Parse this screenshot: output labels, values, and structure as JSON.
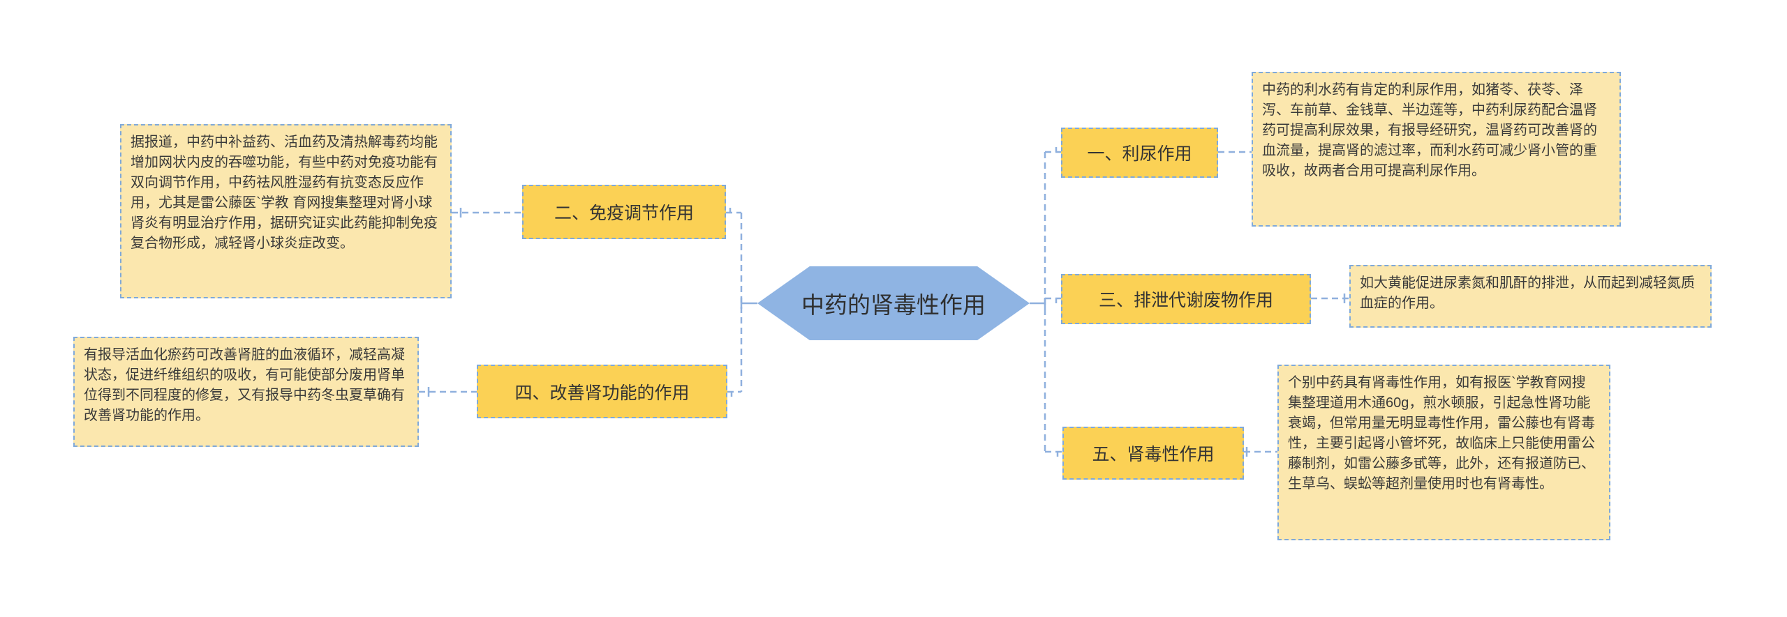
{
  "root": {
    "center": {
      "title": "中药的肾毒性作用"
    },
    "branches": [
      {
        "id": "one",
        "label": "一、利尿作用",
        "detail": "中药的利水药有肯定的利尿作用，如猪苓、茯苓、泽泻、车前草、金钱草、半边莲等，中药利尿药配合温肾药可提高利尿效果，有报导经研究，温肾药可改善肾的血流量，提高肾的滤过率，而利水药可减少肾小管的重吸收，故两者合用可提高利尿作用。",
        "side": "right"
      },
      {
        "id": "two",
        "label": "二、免疫调节作用",
        "detail": "据报道，中药中补益药、活血药及清热解毒药均能增加网状内皮的吞噬功能，有些中药对免疫功能有双向调节作用，中药祛风胜湿药有抗变态反应作用，尤其是雷公藤医`学教 育网搜集整理对肾小球肾炎有明显治疗作用，据研究证实此药能抑制免疫复合物形成，减轻肾小球炎症改变。",
        "side": "left"
      },
      {
        "id": "three",
        "label": "三、排泄代谢废物作用",
        "detail": "如大黄能促进尿素氮和肌酐的排泄，从而起到减轻氮质血症的作用。",
        "side": "right"
      },
      {
        "id": "four",
        "label": "四、改善肾功能的作用",
        "detail": "有报导活血化瘀药可改善肾脏的血液循环，减轻高凝状态，促进纤维组织的吸收，有可能使部分废用肾单位得到不同程度的修复，又有报导中药冬虫夏草确有改善肾功能的作用。",
        "side": "left"
      },
      {
        "id": "five",
        "label": "五、肾毒性作用",
        "detail": "个别中药具有肾毒性作用，如有报医`学教育网搜 集整理道用木通60g，煎水顿服，引起急性肾功能衰竭，但常用量无明显毒性作用，雷公藤也有肾毒性，主要引起肾小管坏死，故临床上只能使用雷公藤制剂，如雷公藤多甙等，此外，还有报道防已、生草乌、蜈蚣等超剂量使用时也有肾毒性。",
        "side": "left"
      }
    ],
    "colors": {
      "bg": "#ffffff",
      "node_fill": "#8FB4E3",
      "label_fill": "#FBD155",
      "detail_fill": "#FBE7AE",
      "box_border": "#7FA9DA",
      "connector": "#8FB0DE",
      "text": "#3a3a3a"
    }
  }
}
